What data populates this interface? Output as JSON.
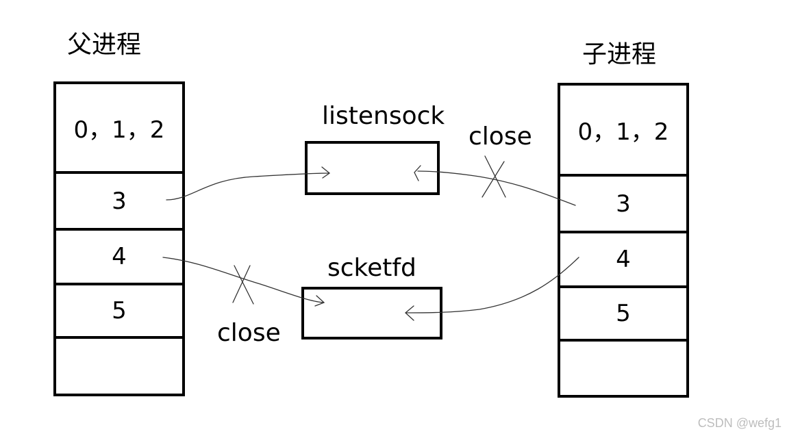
{
  "parent": {
    "title": "父进程",
    "cells": [
      "0，1，2",
      "3",
      "4",
      "5",
      ""
    ]
  },
  "child": {
    "title": "子进程",
    "cells": [
      "0，1，2",
      "3",
      "4",
      "5",
      ""
    ]
  },
  "objects": {
    "listen_label": "listensock",
    "socket_label": "scketfd"
  },
  "annotations": {
    "close_top": "close",
    "close_bottom": "close"
  },
  "watermark": "CSDN @wefg1"
}
